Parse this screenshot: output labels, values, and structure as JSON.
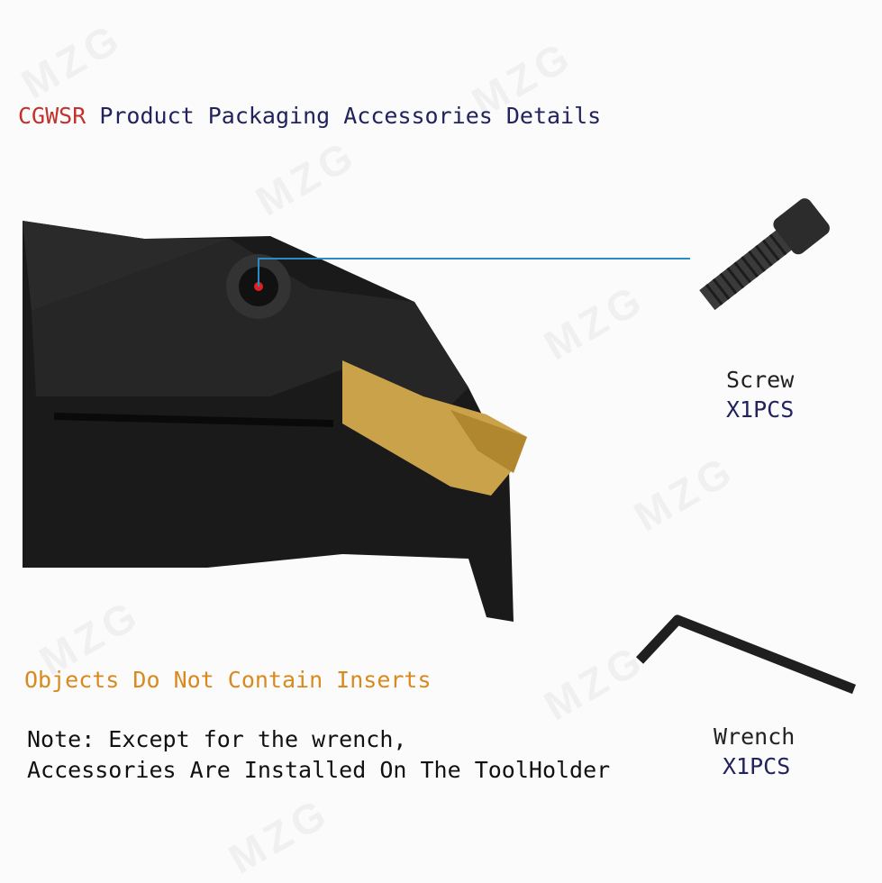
{
  "watermark": "MZG",
  "title": {
    "brand": "CGWSR",
    "text": " Product Packaging Accessories Details"
  },
  "notice": "Objects Do Not Contain Inserts",
  "note": {
    "line1": "Note: Except for the wrench,",
    "line2": "Accessories Are Installed On The ToolHolder"
  },
  "accessories": [
    {
      "name": "Screw",
      "qty": "X1PCS"
    },
    {
      "name": "Wrench",
      "qty": "X1PCS"
    }
  ],
  "colors": {
    "brand": "#c4302c",
    "title": "#22235e",
    "notice": "#d98a1f",
    "leader": "#2a8bc7",
    "insert": "#c9a24a"
  }
}
